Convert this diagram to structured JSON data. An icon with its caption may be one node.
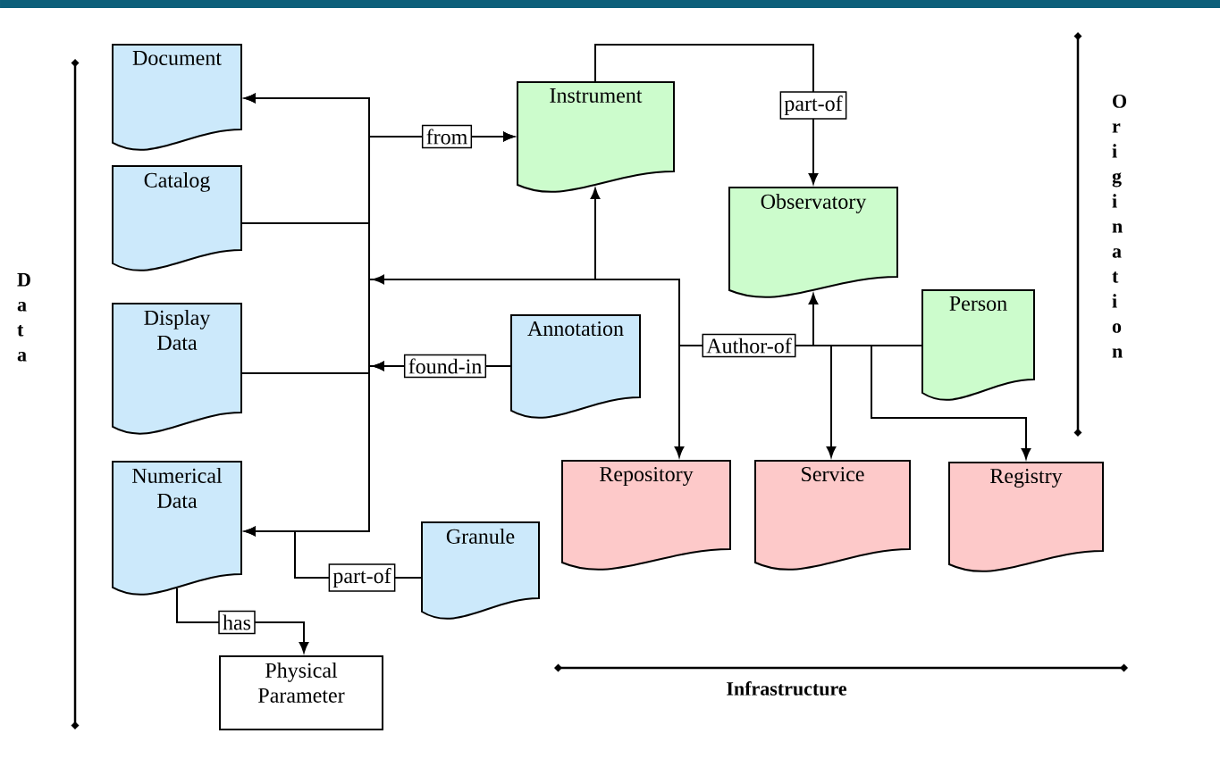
{
  "diagram": {
    "nodes": [
      {
        "text": [
          "Document"
        ]
      },
      {
        "text": [
          "Catalog"
        ]
      },
      {
        "text": [
          "Display Data"
        ]
      },
      {
        "text": [
          "Numerical Data"
        ]
      },
      {
        "text": [
          "Instrument"
        ]
      },
      {
        "text": [
          "Observatory"
        ]
      },
      {
        "text": [
          "Annotation"
        ]
      },
      {
        "text": [
          "Person"
        ]
      },
      {
        "text": [
          "Granule"
        ]
      },
      {
        "text": [
          "Repository"
        ]
      },
      {
        "text": [
          "Service"
        ]
      },
      {
        "text": [
          "Registry"
        ]
      },
      {
        "text": [
          "Physical Parameter"
        ]
      }
    ],
    "edges": [
      {
        "from": 1,
        "to": 4,
        "arrow": "to",
        "label": "from"
      },
      {
        "from": 2,
        "to": 4,
        "arrow": "to"
      },
      {
        "from": 6,
        "to": 0,
        "arrow": "to",
        "label": "found-in"
      },
      {
        "from": 6,
        "to": 3,
        "arrow": "to"
      },
      {
        "from": 7,
        "to": 4,
        "arrow": "to",
        "label": "Author-of"
      },
      {
        "from": 7,
        "to": 5,
        "arrow": "to"
      },
      {
        "from": 7,
        "to": 9,
        "arrow": "to"
      },
      {
        "from": 7,
        "to": 10,
        "arrow": "to"
      },
      {
        "from": 7,
        "to": 11,
        "arrow": "to"
      },
      {
        "from": 7,
        "to": 0,
        "arrow": "to"
      },
      {
        "from": 4,
        "to": 5,
        "arrow": "to",
        "label": "part-of"
      },
      {
        "from": 8,
        "to": 3,
        "arrow": "to",
        "label": "part-of"
      },
      {
        "from": 3,
        "to": 12,
        "arrow": "to",
        "label": "has"
      }
    ],
    "labels": [
      "Data",
      "Origination",
      "Infrastructure"
    ]
  }
}
